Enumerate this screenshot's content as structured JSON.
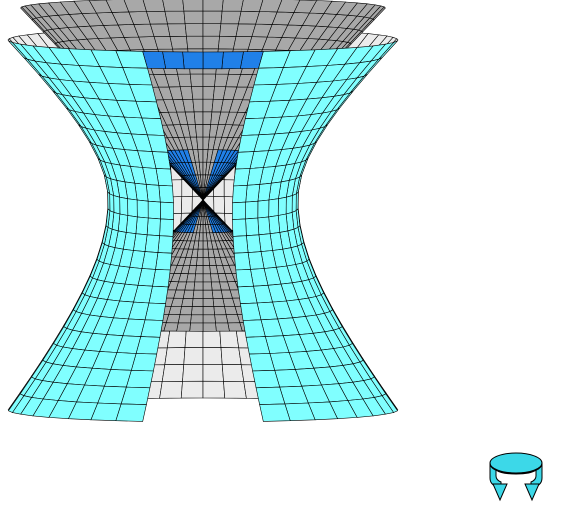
{
  "scene": {
    "subject": "hyperboloid-with-cone-cross-section",
    "surfaces": [
      {
        "name": "outer-hyperboloid-back",
        "color": "#ebebeb"
      },
      {
        "name": "cone",
        "color": "#a8a8a8"
      },
      {
        "name": "cone-inner-lit",
        "color": "#2080e8"
      },
      {
        "name": "hyperboloid-front-segments",
        "color": "#80ffff"
      }
    ],
    "grid_lines_color": "#000000"
  },
  "controls": {
    "rotate_icon": "rotate-arrows-icon",
    "rotate_icon_color": "#3cd8e8"
  }
}
